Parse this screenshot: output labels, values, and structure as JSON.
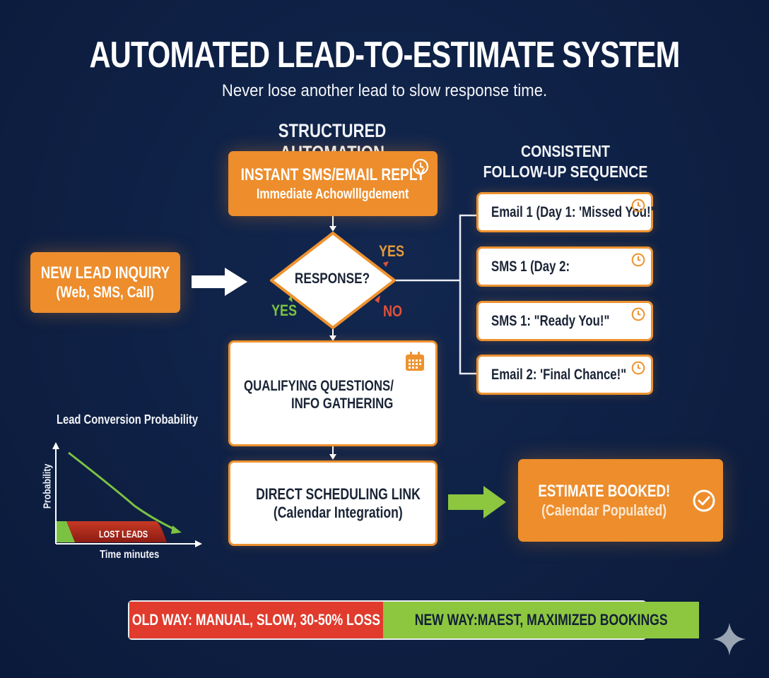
{
  "header": {
    "title": "AUTOMATED LEAD-TO-ESTIMATE SYSTEM",
    "subtitle": "Never lose another lead to slow response time."
  },
  "colors": {
    "background": "#0e2044",
    "orange": "#ed8d2c",
    "white": "#ffffff",
    "text_dark": "#1a2436",
    "green": "#8dc63f",
    "red": "#e03b2d"
  },
  "structured": {
    "heading": "STRUCTURED AUTOMATION",
    "instant": {
      "line1": "INSTANT SMS/EMAIL REPLY",
      "line2": "Immediate Achowlllgdement",
      "icon": "clock-icon"
    },
    "decision": {
      "label": "RESPONSE?",
      "yes_top": "YES",
      "yes_left": "YES",
      "no_right": "NO"
    },
    "qualifying": {
      "line1": "QUALIFYING QUESTIONS/",
      "line2": "INFO GATHERING",
      "icon": "calendar-icon"
    },
    "direct": {
      "line1": "DIRECT SCHEDULING LINK",
      "line2": "(Calendar Integration)"
    }
  },
  "lead_inquiry": {
    "line1": "NEW LEAD INQUIRY",
    "line2": "(Web, SMS, Call)"
  },
  "estimate": {
    "line1": "ESTIMATE BOOKED!",
    "line2": "(Calendar Populated)",
    "icon": "check-circle-icon"
  },
  "followup": {
    "heading_line1": "CONSISTENT",
    "heading_line2": "FOLLOW-UP SEQUENCE",
    "items": [
      {
        "label": "Email 1 (Day 1: 'Missed You!\"",
        "icon": "clock-icon"
      },
      {
        "label": "SMS 1 (Day 2:",
        "icon": "clock-icon"
      },
      {
        "label": "SMS 1: \"Ready You!\"",
        "icon": "clock-icon"
      },
      {
        "label": "Email 2: 'Final Chance!\"",
        "icon": "clock-icon"
      }
    ]
  },
  "mini_chart": {
    "title": "Lead Conversion Probability",
    "ylabel": "Probability",
    "xlabel": "Time minutes",
    "lost_label": "LOST LEADS"
  },
  "comparison": {
    "old_way": "OLD WAY: MANUAL, SLOW, 30-50% LOSS",
    "new_way": "NEW WAY:MAEST, MAXIMIZED BOOKINGS"
  },
  "watermark": {
    "icon": "sparkle-icon"
  }
}
